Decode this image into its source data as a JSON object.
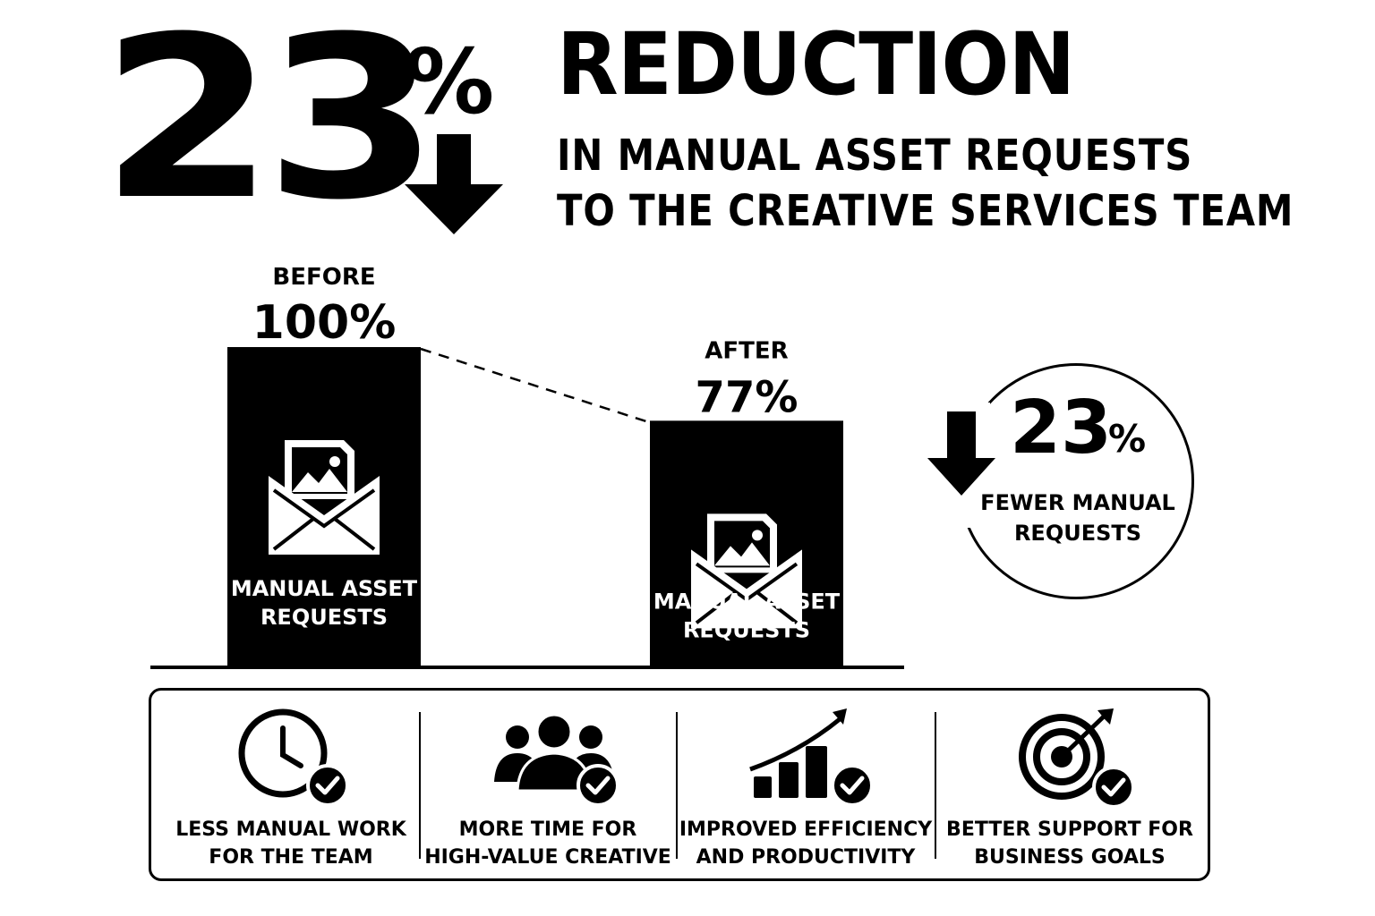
{
  "header": {
    "big_number": "23",
    "big_percent": "%",
    "headline": "REDUCTION",
    "subline_1": "IN MANUAL ASSET REQUESTS",
    "subline_2": "TO THE CREATIVE SERVICES TEAM",
    "arrow_icon": "down-arrow-icon"
  },
  "chart_data": {
    "type": "bar",
    "categories": [
      "BEFORE",
      "AFTER"
    ],
    "values": [
      100,
      77
    ],
    "value_labels": [
      "100%",
      "77%"
    ],
    "bar_label_line_1": "MANUAL ASSET",
    "bar_label_line_2": "REQUESTS",
    "bar_icon": "envelope-image-icon",
    "unit": "%",
    "ylim": [
      0,
      100
    ],
    "bar_color": "#000000",
    "connector": "dashed"
  },
  "badge": {
    "number": "23",
    "percent": "%",
    "caption_1": "FEWER MANUAL",
    "caption_2": "REQUESTS",
    "icon": "down-arrow-icon"
  },
  "benefits": [
    {
      "icon": "clock-check-icon",
      "line_1": "LESS MANUAL WORK",
      "line_2": "FOR THE TEAM"
    },
    {
      "icon": "team-check-icon",
      "line_1": "MORE TIME FOR",
      "line_2": "HIGH-VALUE CREATIVE"
    },
    {
      "icon": "growth-chart-check-icon",
      "line_1": "IMPROVED EFFICIENCY",
      "line_2": "AND PRODUCTIVITY"
    },
    {
      "icon": "target-check-icon",
      "line_1": "BETTER SUPPORT FOR",
      "line_2": "BUSINESS GOALS"
    }
  ]
}
